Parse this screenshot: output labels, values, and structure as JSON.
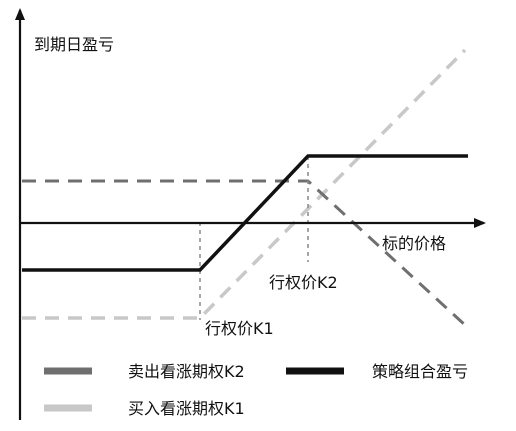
{
  "diagram": {
    "y_axis_label": "到期日盈亏",
    "x_axis_label": "标的价格",
    "k1_label": "行权价K1",
    "k2_label": "行权价K2"
  },
  "legend": {
    "sell_call_k2": "卖出看涨期权K2",
    "strategy_total": "策略组合盈亏",
    "buy_call_k1": "买入看涨期权K1"
  },
  "colors": {
    "sell_call": "#6f6f6f",
    "strategy": "#111111",
    "buy_call": "#c8c8c8",
    "axis": "#111111",
    "guide": "#8a8a8a"
  }
}
